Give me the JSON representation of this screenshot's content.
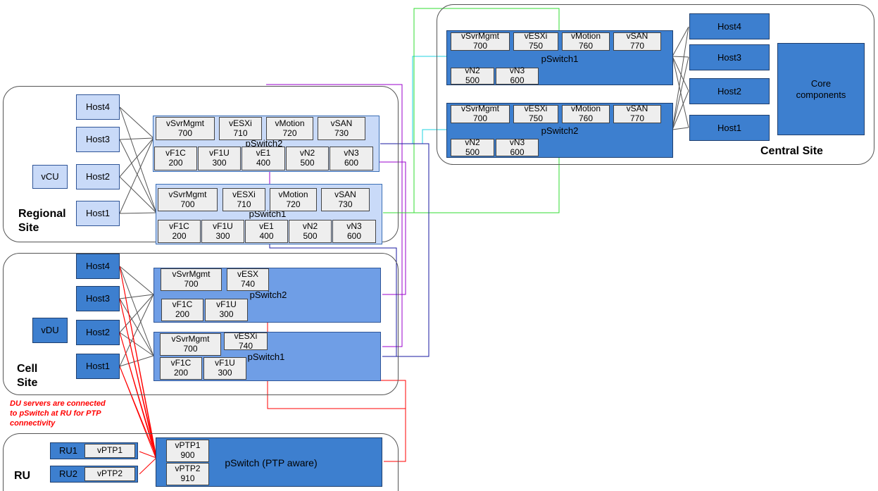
{
  "central": {
    "site_label": "Central Site",
    "hosts": [
      "Host4",
      "Host3",
      "Host2",
      "Host1"
    ],
    "core": "Core components",
    "pswitch1": {
      "label": "pSwitch1",
      "vlans": [
        {
          "name": "vSvrMgmt",
          "id": "700"
        },
        {
          "name": "vESXi",
          "id": "750"
        },
        {
          "name": "vMotion",
          "id": "760"
        },
        {
          "name": "vSAN",
          "id": "770"
        },
        {
          "name": "vN2",
          "id": "500"
        },
        {
          "name": "vN3",
          "id": "600"
        }
      ]
    },
    "pswitch2": {
      "label": "pSwitch2",
      "vlans": [
        {
          "name": "vSvrMgmt",
          "id": "700"
        },
        {
          "name": "vESXi",
          "id": "750"
        },
        {
          "name": "vMotion",
          "id": "760"
        },
        {
          "name": "vSAN",
          "id": "770"
        },
        {
          "name": "vN2",
          "id": "500"
        },
        {
          "name": "vN3",
          "id": "600"
        }
      ]
    }
  },
  "regional": {
    "site_label": "Regional Site",
    "vnf": "vCU",
    "hosts": [
      "Host4",
      "Host3",
      "Host2",
      "Host1"
    ],
    "pswitch2": {
      "label": "pSwitch2",
      "vlans": [
        {
          "name": "vSvrMgmt",
          "id": "700"
        },
        {
          "name": "vESXi",
          "id": "710"
        },
        {
          "name": "vMotion",
          "id": "720"
        },
        {
          "name": "vSAN",
          "id": "730"
        },
        {
          "name": "vF1C",
          "id": "200"
        },
        {
          "name": "vF1U",
          "id": "300"
        },
        {
          "name": "vE1",
          "id": "400"
        },
        {
          "name": "vN2",
          "id": "500"
        },
        {
          "name": "vN3",
          "id": "600"
        }
      ]
    },
    "pswitch1": {
      "label": "pSwitch1",
      "vlans": [
        {
          "name": "vSvrMgmt",
          "id": "700"
        },
        {
          "name": "vESXi",
          "id": "710"
        },
        {
          "name": "vMotion",
          "id": "720"
        },
        {
          "name": "vSAN",
          "id": "730"
        },
        {
          "name": "vF1C",
          "id": "200"
        },
        {
          "name": "vF1U",
          "id": "300"
        },
        {
          "name": "vE1",
          "id": "400"
        },
        {
          "name": "vN2",
          "id": "500"
        },
        {
          "name": "vN3",
          "id": "600"
        }
      ]
    }
  },
  "cell": {
    "site_label": "Cell Site",
    "vnf": "vDU",
    "hosts": [
      "Host4",
      "Host3",
      "Host2",
      "Host1"
    ],
    "pswitch2": {
      "label": "pSwitch2",
      "vlans": [
        {
          "name": "vSvrMgmt",
          "id": "700"
        },
        {
          "name": "vESX",
          "id": "740"
        },
        {
          "name": "vF1C",
          "id": "200"
        },
        {
          "name": "vF1U",
          "id": "300"
        }
      ]
    },
    "pswitch1": {
      "label": "pSwitch1",
      "vlans": [
        {
          "name": "vSvrMgmt",
          "id": "700"
        },
        {
          "name": "vESXi",
          "id": "740"
        },
        {
          "name": "vF1C",
          "id": "200"
        },
        {
          "name": "vF1U",
          "id": "300"
        }
      ]
    }
  },
  "note": "DU servers are connected\nto pSwitch at RU for PTP\nconnectivity",
  "ru": {
    "site_label": "RU",
    "units": [
      {
        "name": "RU1",
        "ptp": "vPTP1"
      },
      {
        "name": "RU2",
        "ptp": "vPTP2"
      }
    ],
    "pswitch": {
      "label": "pSwitch (PTP aware)",
      "vlans": [
        {
          "name": "vPTP1",
          "id": "900"
        },
        {
          "name": "vPTP2",
          "id": "910"
        }
      ]
    }
  },
  "colors": {
    "light_fill": "#c9daf8",
    "dark_fill": "#3d7fcf",
    "mid_fill": "#6f9ee6",
    "wire_red": "#ff0000",
    "wire_purple": "#9900cc",
    "wire_cyan": "#22d3e0",
    "wire_green": "#33dd33",
    "wire_navy": "#1a1aa0",
    "host_wire": "#555555"
  }
}
